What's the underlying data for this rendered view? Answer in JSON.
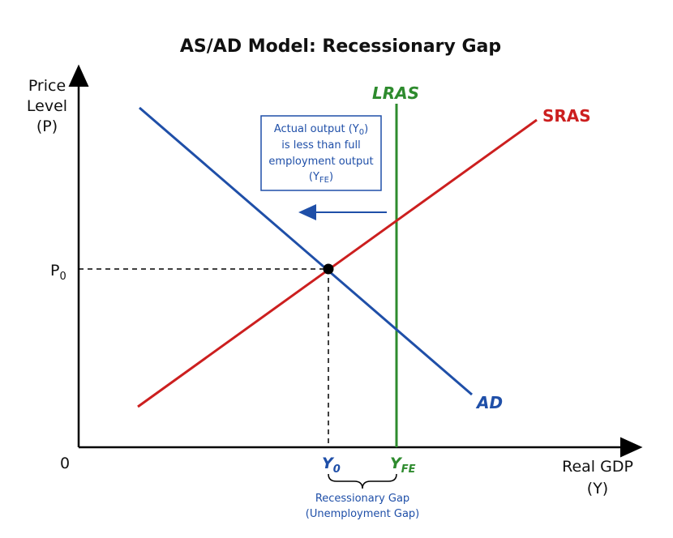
{
  "title": "AS/AD Model: Recessionary Gap",
  "y_axis": {
    "line1": "Price",
    "line2": "Level",
    "line3": "(P)"
  },
  "x_axis": {
    "line1": "Real GDP",
    "line2": "(Y)"
  },
  "origin_label": "0",
  "price_label": {
    "base": "P",
    "sub": "0"
  },
  "y0_label": {
    "base": "Y",
    "sub": "0"
  },
  "yfe_label": {
    "base": "Y",
    "sub": "FE"
  },
  "curves": {
    "lras": "LRAS",
    "sras": "SRAS",
    "ad": "AD"
  },
  "annotation": {
    "line1_pre": "Actual output (Y",
    "line1_sub": "0",
    "line1_post": ")",
    "line2": "is less than full",
    "line3": "employment output",
    "line4_pre": "(Y",
    "line4_sub": "FE",
    "line4_post": ")"
  },
  "gap_label": {
    "line1": "Recessionary Gap",
    "line2": "(Unemployment Gap)"
  },
  "colors": {
    "blue": "#1f4fa8",
    "red": "#cc1f1f",
    "green": "#2e8b2e",
    "black": "#000000"
  }
}
